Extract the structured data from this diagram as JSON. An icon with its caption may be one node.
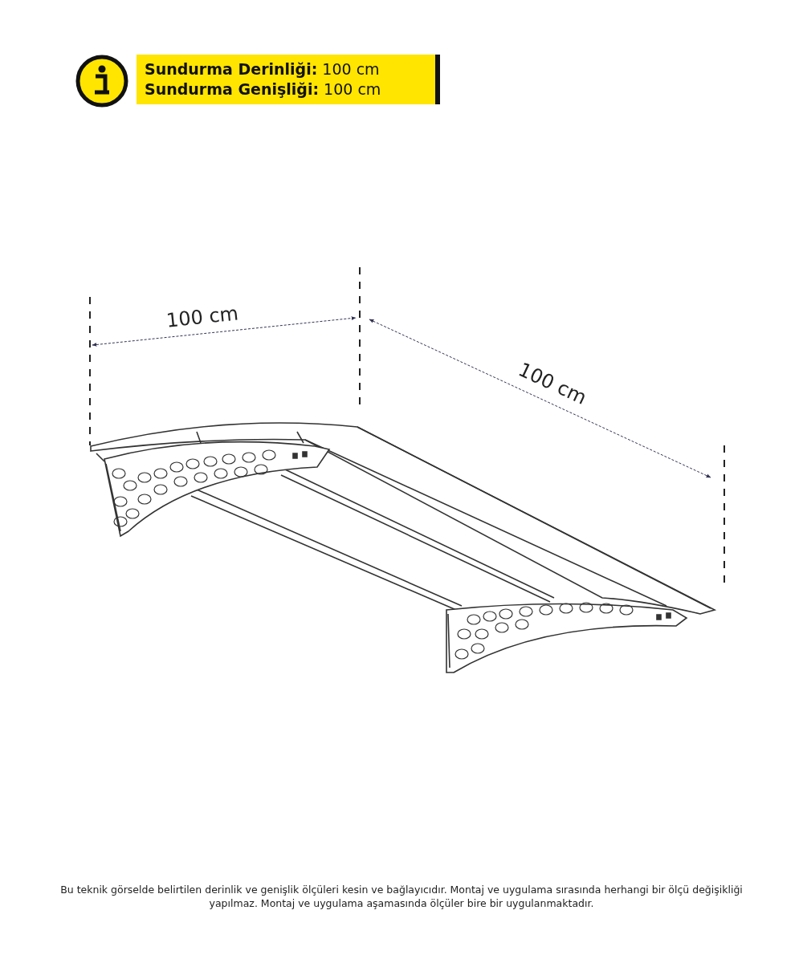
{
  "diagram": {
    "nodes": [
      {
        "text": [
          "**Sundurma Derinliği:** 100 cm",
          "**Sundurma Genişliği:** 100 cm"
        ]
      }
    ],
    "labels": [
      "100 cm",
      "100 cm"
    ],
    "caption": "Bu teknik görselde belirtilen derinlik ve genişlik ölçüleri kesin ve bağlayıcıdır. Montaj ve uygulama sırasında herhangi bir ölçü değişikliği yapılmaz. Montaj ve uygulama aşamasında ölçüler bire bir uygulanmaktadır."
  }
}
